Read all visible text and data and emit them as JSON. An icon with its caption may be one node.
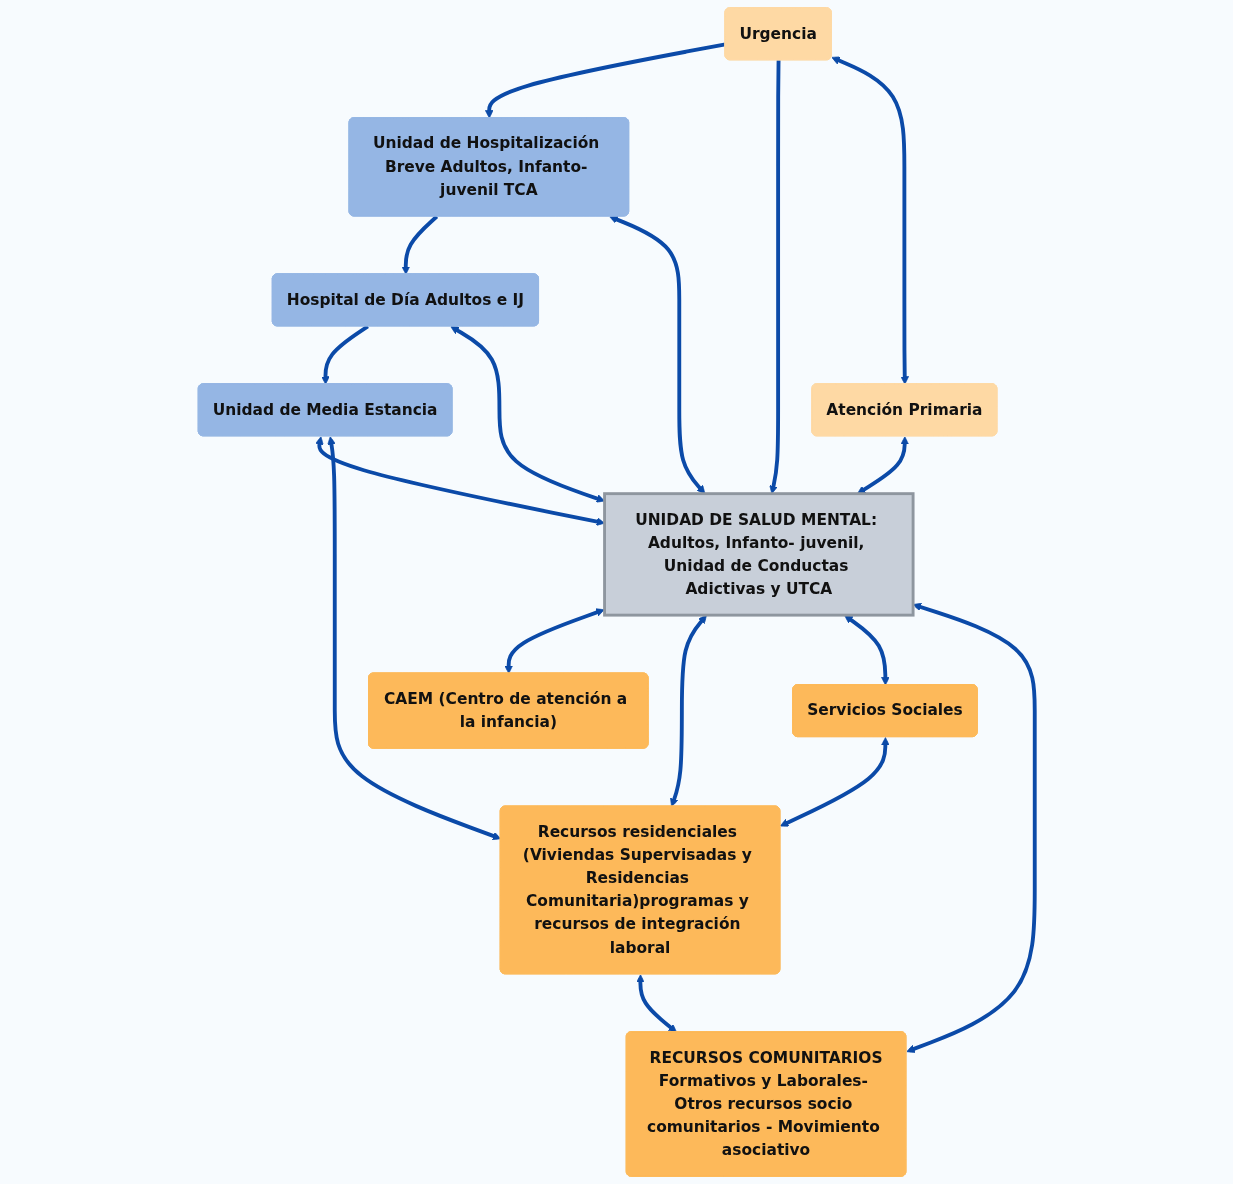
{
  "diagram": {
    "nodes": [
      {
        "text": [
          "Unidad de Hospitalización Breve Adultos, Infanto- juvenil TCA"
        ]
      },
      {
        "text": [
          "Hospital de Día Adultos e IJ"
        ]
      },
      {
        "text": [
          "Unidad de Media Estancia"
        ]
      },
      {
        "text": [
          "Urgencia"
        ]
      },
      {
        "text": [
          "UNIDAD DE SALUD MENTAL: Adultos, Infanto- juvenil, Unidad de Conductas Adictivas y UTCA"
        ]
      },
      {
        "text": [
          "CAEM (Centro de atención a la infancia)"
        ]
      },
      {
        "text": [
          "Atención Primaria"
        ]
      },
      {
        "text": [
          "Servicios Sociales"
        ]
      },
      {
        "text": [
          "Recursos residenciales (Viviendas Supervisadas y Residencias Comunitaria)programas y recursos de integración laboral"
        ]
      },
      {
        "text": [
          "RECURSOS COMUNITARIOS",
          "Formativos y Laborales- Otros recursos socio comunitarios - Movimiento asociativo"
        ]
      }
    ],
    "edges": [
      {
        "from": 0,
        "to": 1,
        "arrow": "to"
      },
      {
        "from": 1,
        "to": 2,
        "arrow": "to"
      },
      {
        "from": 3,
        "to": 0,
        "arrow": "to"
      },
      {
        "from": 0,
        "to": 4,
        "arrow": "both"
      },
      {
        "from": 1,
        "to": 4,
        "arrow": "both"
      },
      {
        "from": 2,
        "to": 4,
        "arrow": "both"
      },
      {
        "from": 2,
        "to": 8,
        "arrow": "both"
      },
      {
        "from": 3,
        "to": 4,
        "arrow": "to"
      },
      {
        "from": 4,
        "to": 5,
        "arrow": "both"
      },
      {
        "from": 3,
        "to": 6,
        "arrow": "both"
      },
      {
        "from": 6,
        "to": 4,
        "arrow": "both"
      },
      {
        "from": 4,
        "to": 8,
        "arrow": "both"
      },
      {
        "from": 4,
        "to": 7,
        "arrow": "both"
      },
      {
        "from": 7,
        "to": 8,
        "arrow": "both"
      },
      {
        "from": 9,
        "to": 4,
        "arrow": "both"
      },
      {
        "from": 8,
        "to": 9,
        "arrow": "both"
      }
    ]
  }
}
